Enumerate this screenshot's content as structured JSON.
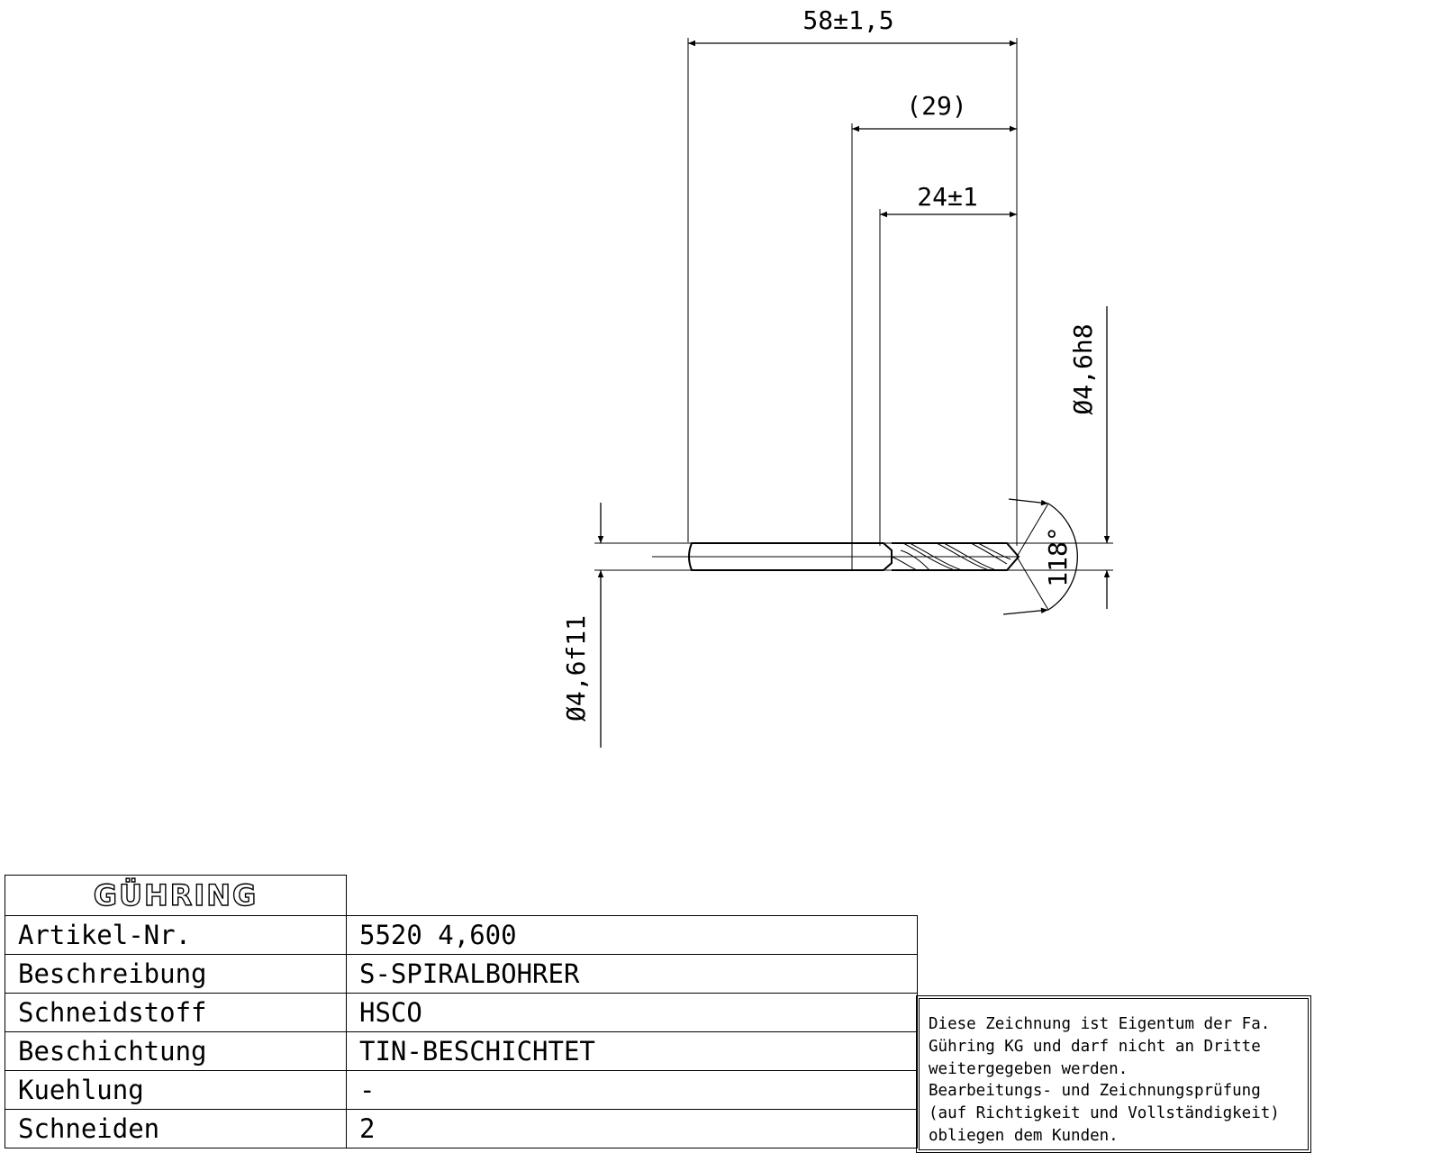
{
  "drawing": {
    "dimensions": {
      "overall_length": "58±1,5",
      "shank_length": "(29)",
      "flute_length": "24±1",
      "body_diameter": "Ø4,6h8",
      "shank_diameter": "Ø4,6f11",
      "point_angle": "118°"
    }
  },
  "title_block": {
    "logo_text": "GÜHRING",
    "rows": [
      {
        "label": "Artikel-Nr.",
        "value": "5520 4,600"
      },
      {
        "label": "Beschreibung",
        "value": "S-SPIRALBOHRER"
      },
      {
        "label": "Schneidstoff",
        "value": "HSCO"
      },
      {
        "label": "Beschichtung",
        "value": "TIN-BESCHICHTET"
      },
      {
        "label": "Kuehlung",
        "value": "-"
      },
      {
        "label": "Schneiden",
        "value": "2"
      }
    ]
  },
  "notice": {
    "lines": [
      "Diese Zeichnung ist Eigentum der Fa.",
      "Gühring KG und darf nicht an Dritte",
      "weitergegeben werden.",
      "Bearbeitungs- und Zeichnungsprüfung",
      "(auf Richtigkeit und Vollständigkeit)",
      "obliegen dem Kunden."
    ]
  }
}
